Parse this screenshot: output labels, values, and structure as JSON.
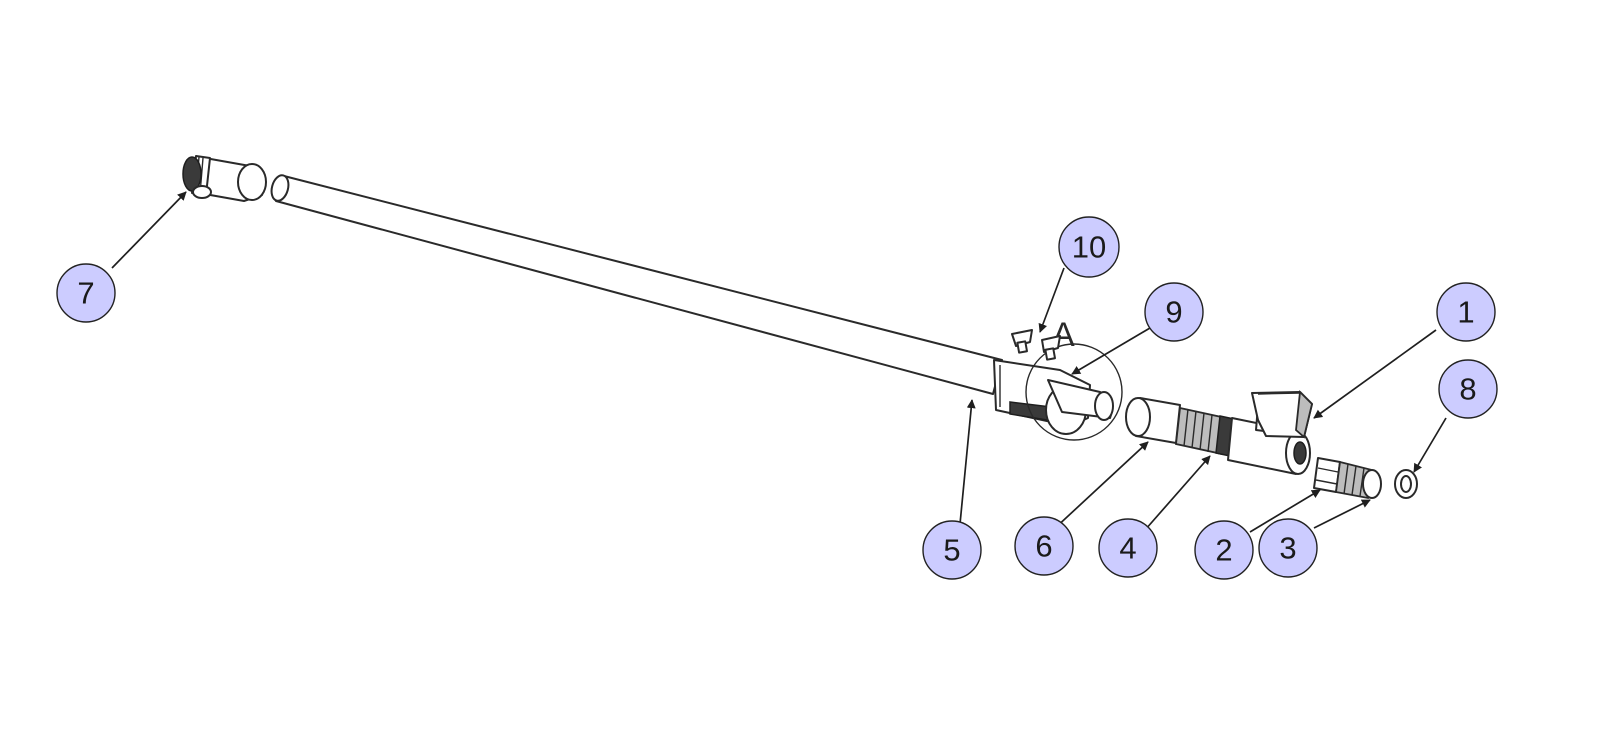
{
  "balloons": {
    "b1": "1",
    "b2": "2",
    "b3": "3",
    "b4": "4",
    "b5": "5",
    "b6": "6",
    "b7": "7",
    "b8": "8",
    "b9": "9",
    "b10": "10"
  },
  "detail_label": "A",
  "colors": {
    "balloon_fill": "#ccccff",
    "line": "#2a2a2a",
    "background": "#ffffff"
  }
}
